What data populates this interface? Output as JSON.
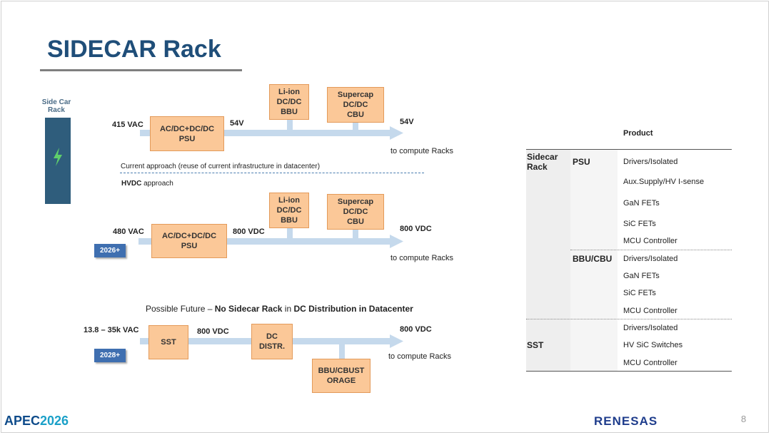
{
  "slide": {
    "title": "SIDECAR Rack",
    "page_number": "8"
  },
  "rack": {
    "label": "Side Car\nRack",
    "icon": "lightning-bolt-icon"
  },
  "diagram1": {
    "input": "415 VAC",
    "psu": "AC/DC+DC/DC\nPSU",
    "bus": "54V",
    "bbu": "Li-ion\nDC/DC\nBBU",
    "cbu": "Supercap\nDC/DC\nCBU",
    "output": "54V",
    "destination": "to compute Racks"
  },
  "divider": {
    "current": "Current approach (reuse of current infrastructure in datacenter)",
    "hvdc_bold": "HVDC",
    "hvdc_rest": " approach"
  },
  "diagram2": {
    "input": "480 VAC",
    "year": "2026+",
    "psu": "AC/DC+DC/DC\nPSU",
    "bus": "800 VDC",
    "bbu": "Li-ion\nDC/DC\nBBU",
    "cbu": "Supercap\nDC/DC\nCBU",
    "output": "800 VDC",
    "destination": "to compute Racks"
  },
  "future": {
    "p1": "Possible Future – ",
    "p2": "No Sidecar Rack",
    "p3": " in ",
    "p4": "DC Distribution in Datacenter"
  },
  "diagram3": {
    "input": "13.8 – 35k VAC",
    "year": "2028+",
    "sst": "SST",
    "bus": "800 VDC",
    "dc": "DC\nDISTR.",
    "storage": "BBU/CBUST\nORAGE",
    "output": "800 VDC",
    "destination": "to compute Racks"
  },
  "table": {
    "header": "Product",
    "group_sidecar": "Sidecar\nRack",
    "psu": "PSU",
    "psu_items": [
      "Drivers/Isolated",
      "Aux.Supply/HV I-sense",
      "GaN FETs",
      "SiC FETs",
      "MCU Controller"
    ],
    "bbu": "BBU/CBU",
    "bbu_items": [
      "Drivers/Isolated",
      "GaN FETs",
      "SiC FETs",
      "MCU Controller"
    ],
    "sst": "SST",
    "sst_items": [
      "Drivers/Isolated",
      "HV SiC Switches",
      "MCU Controller"
    ]
  },
  "footer": {
    "apec_a": "APEC",
    "apec_b": "2026",
    "renesas": "RENESAS"
  },
  "colors": {
    "title": "#1f4e79",
    "box_fill": "#fbc898",
    "arrow": "#c5d9ec",
    "badge": "#3f6fb0",
    "rack": "#2f5d7c"
  }
}
